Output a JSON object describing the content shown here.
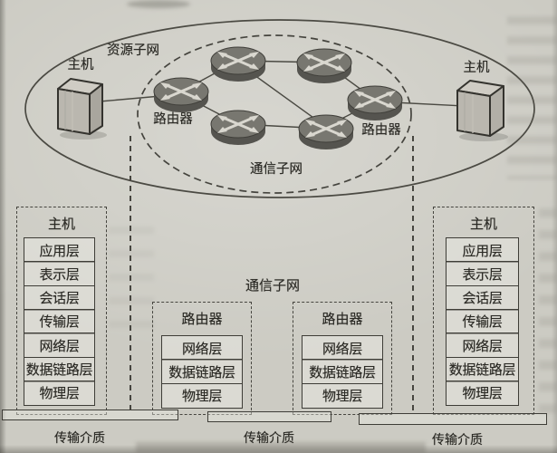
{
  "figure": {
    "top_diagram": {
      "resource_subnet_label": "资源子网",
      "comm_subnet_label": "通信子网",
      "left_host_label": "主机",
      "right_host_label": "主机",
      "left_router_label": "路由器",
      "right_router_label": "路由器"
    },
    "middle_section": {
      "comm_subnet_label": "通信子网"
    },
    "stacks": {
      "left_host": {
        "title": "主机",
        "layers": [
          "应用层",
          "表示层",
          "会话层",
          "传输层",
          "网络层",
          "数据链路层",
          "物理层"
        ]
      },
      "router_1": {
        "title": "路由器",
        "layers": [
          "网络层",
          "数据链路层",
          "物理层"
        ]
      },
      "router_2": {
        "title": "路由器",
        "layers": [
          "网络层",
          "数据链路层",
          "物理层"
        ]
      },
      "right_host": {
        "title": "主机",
        "layers": [
          "应用层",
          "表示层",
          "会话层",
          "传输层",
          "网络层",
          "数据链路层",
          "物理层"
        ]
      }
    },
    "transmission_media_labels": [
      "传输介质",
      "传输介质",
      "传输介质"
    ],
    "colors": {
      "paper": "#cccbc3",
      "ink": "#3e3d37",
      "router_top": "#787770",
      "router_side": "#55544f",
      "router_arrows": "#d9d7cf",
      "host_front": "#bab7af",
      "host_side": "#a9a69e",
      "host_top": "#cfccc4"
    }
  }
}
